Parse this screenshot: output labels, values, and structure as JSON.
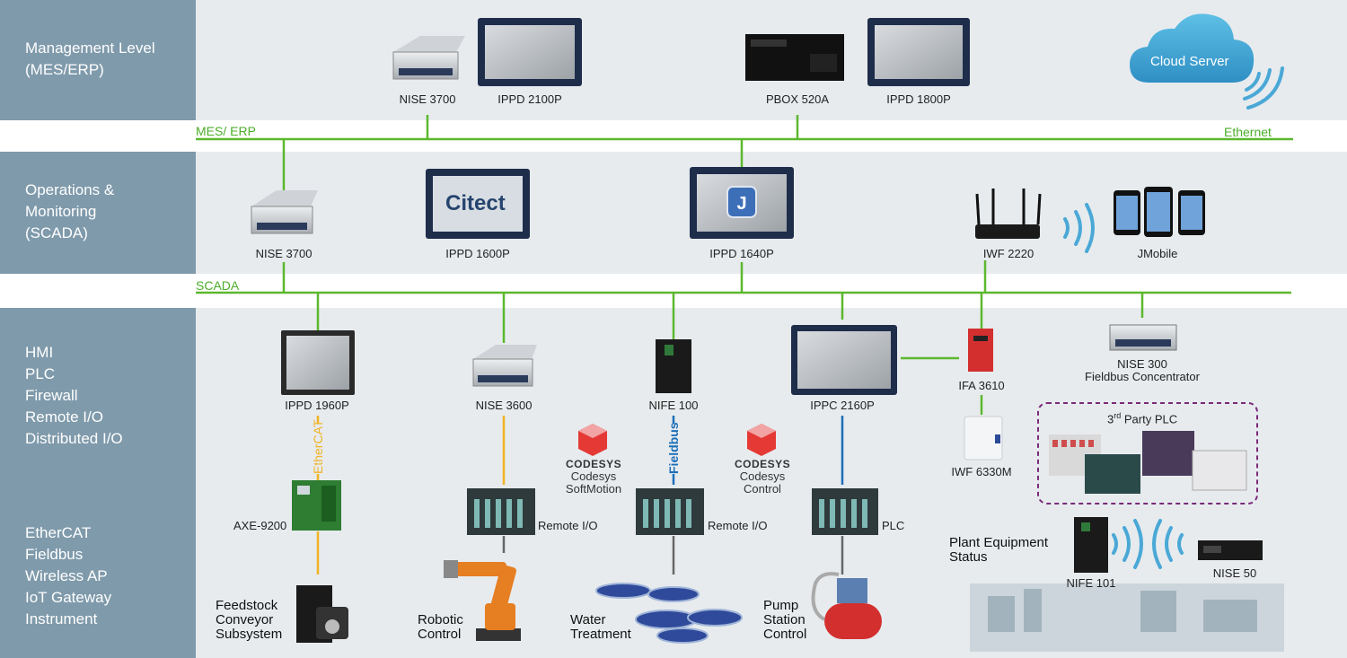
{
  "levels": {
    "management": [
      "Management Level",
      "(MES/ERP)"
    ],
    "operations": [
      "Operations &",
      "Monitoring",
      "(SCADA)"
    ],
    "hmi": [
      "HMI",
      "PLC",
      "Firewall",
      "Remote I/O",
      "Distributed I/O"
    ],
    "field": [
      "EtherCAT",
      "Fieldbus",
      "Wireless AP",
      "IoT Gateway",
      "Instrument"
    ]
  },
  "buses": {
    "mes": "MES/ ERP",
    "ethernet": "Ethernet",
    "scada": "SCADA"
  },
  "cloud": "Cloud Server",
  "management_devices": {
    "nise3700": "NISE 3700",
    "ippd2100p": "IPPD 2100P",
    "pbox520a": "PBOX 520A",
    "ippd1800p": "IPPD 1800P"
  },
  "operations_devices": {
    "nise3700": "NISE 3700",
    "ippd1600p": "IPPD 1600P",
    "citect": "Citect",
    "ippd1640p": "IPPD 1640P",
    "iwf2220": "IWF 2220",
    "jmobile": "JMobile"
  },
  "hmi_devices": {
    "ippd1960p": "IPPD 1960P",
    "nise3600": "NISE 3600",
    "nife100": "NIFE 100",
    "ippc2160p": "IPPC 2160P",
    "ifa3610": "IFA 3610",
    "nise300": "NISE 300",
    "nise300_sub": "Fieldbus Concentrator",
    "iwf6330m": "IWF 6330M",
    "thirdparty_sup": "rd",
    "thirdparty_pre": "3",
    "thirdparty": " Party PLC"
  },
  "links": {
    "ethercat": "EtherCAT",
    "fieldbus": "Fieldbus"
  },
  "codesys": {
    "logo": "CODESYS",
    "softmotion": [
      "Codesys",
      "SoftMotion"
    ],
    "control": [
      "Codesys",
      "Control"
    ]
  },
  "field_devices": {
    "axe9200": "AXE-9200",
    "remote_io_1": "Remote I/O",
    "remote_io_2": "Remote I/O",
    "plc": "PLC"
  },
  "applications": {
    "feedstock": [
      "Feedstock",
      "Conveyor",
      "Subsystem"
    ],
    "robotic": [
      "Robotic",
      "Control"
    ],
    "water": [
      "Water",
      "Treatment"
    ],
    "pump": [
      "Pump",
      "Station",
      "Control"
    ],
    "plant": [
      "Plant Equipment",
      "Status"
    ]
  },
  "plant_devices": {
    "nife101": "NIFE 101",
    "nise50": "NISE 50"
  },
  "colors": {
    "sidebar": "#7f9aab",
    "band": "#e7ebee",
    "bus": "#5cb82e",
    "ethercat": "#f0b323",
    "fieldbus": "#1d6fb8",
    "wireless": "#4aa8d6",
    "plc_frame": "#7a2a7a"
  }
}
